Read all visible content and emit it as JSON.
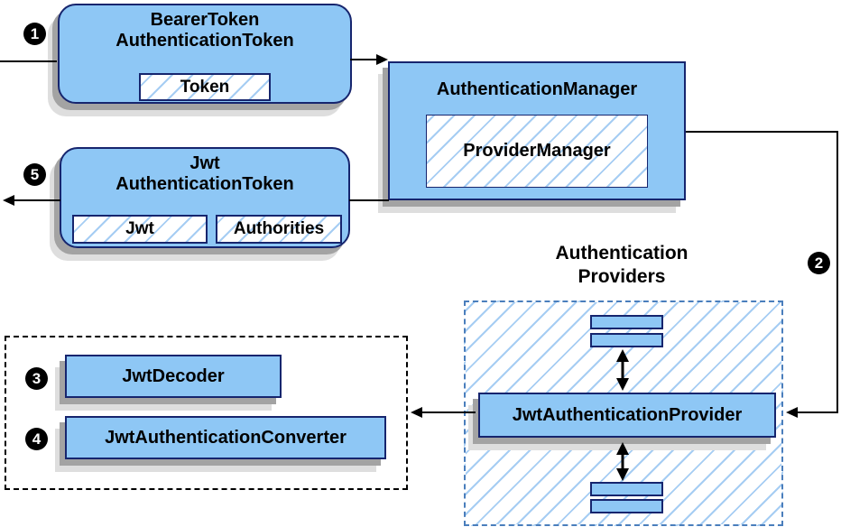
{
  "diagram": {
    "colors": {
      "box_fill": "#8ec7f5",
      "box_border": "#16256e",
      "hatch_line": "#a6cdf3",
      "providers_dash": "#4a7ebc",
      "shadow_dark": "#a3a3a3",
      "shadow_light": "#dedede",
      "connector": "#000000",
      "badge_bg": "#000000",
      "badge_text": "#ffffff"
    },
    "steps": [
      {
        "number": "1"
      },
      {
        "number": "2"
      },
      {
        "number": "3"
      },
      {
        "number": "4"
      },
      {
        "number": "5"
      }
    ],
    "bearer_token_box": {
      "title_line1": "BearerToken",
      "title_line2": "AuthenticationToken",
      "field": "Token"
    },
    "authentication_manager_box": {
      "title": "AuthenticationManager",
      "field": "ProviderManager"
    },
    "jwt_token_box": {
      "title_line1": "Jwt",
      "title_line2": "AuthenticationToken",
      "field1": "Jwt",
      "field2": "Authorities"
    },
    "providers_group": {
      "heading_line1": "Authentication",
      "heading_line2": "Providers",
      "provider_label": "JwtAuthenticationProvider"
    },
    "components_group": {
      "decoder_label": "JwtDecoder",
      "converter_label": "JwtAuthenticationConverter"
    }
  }
}
